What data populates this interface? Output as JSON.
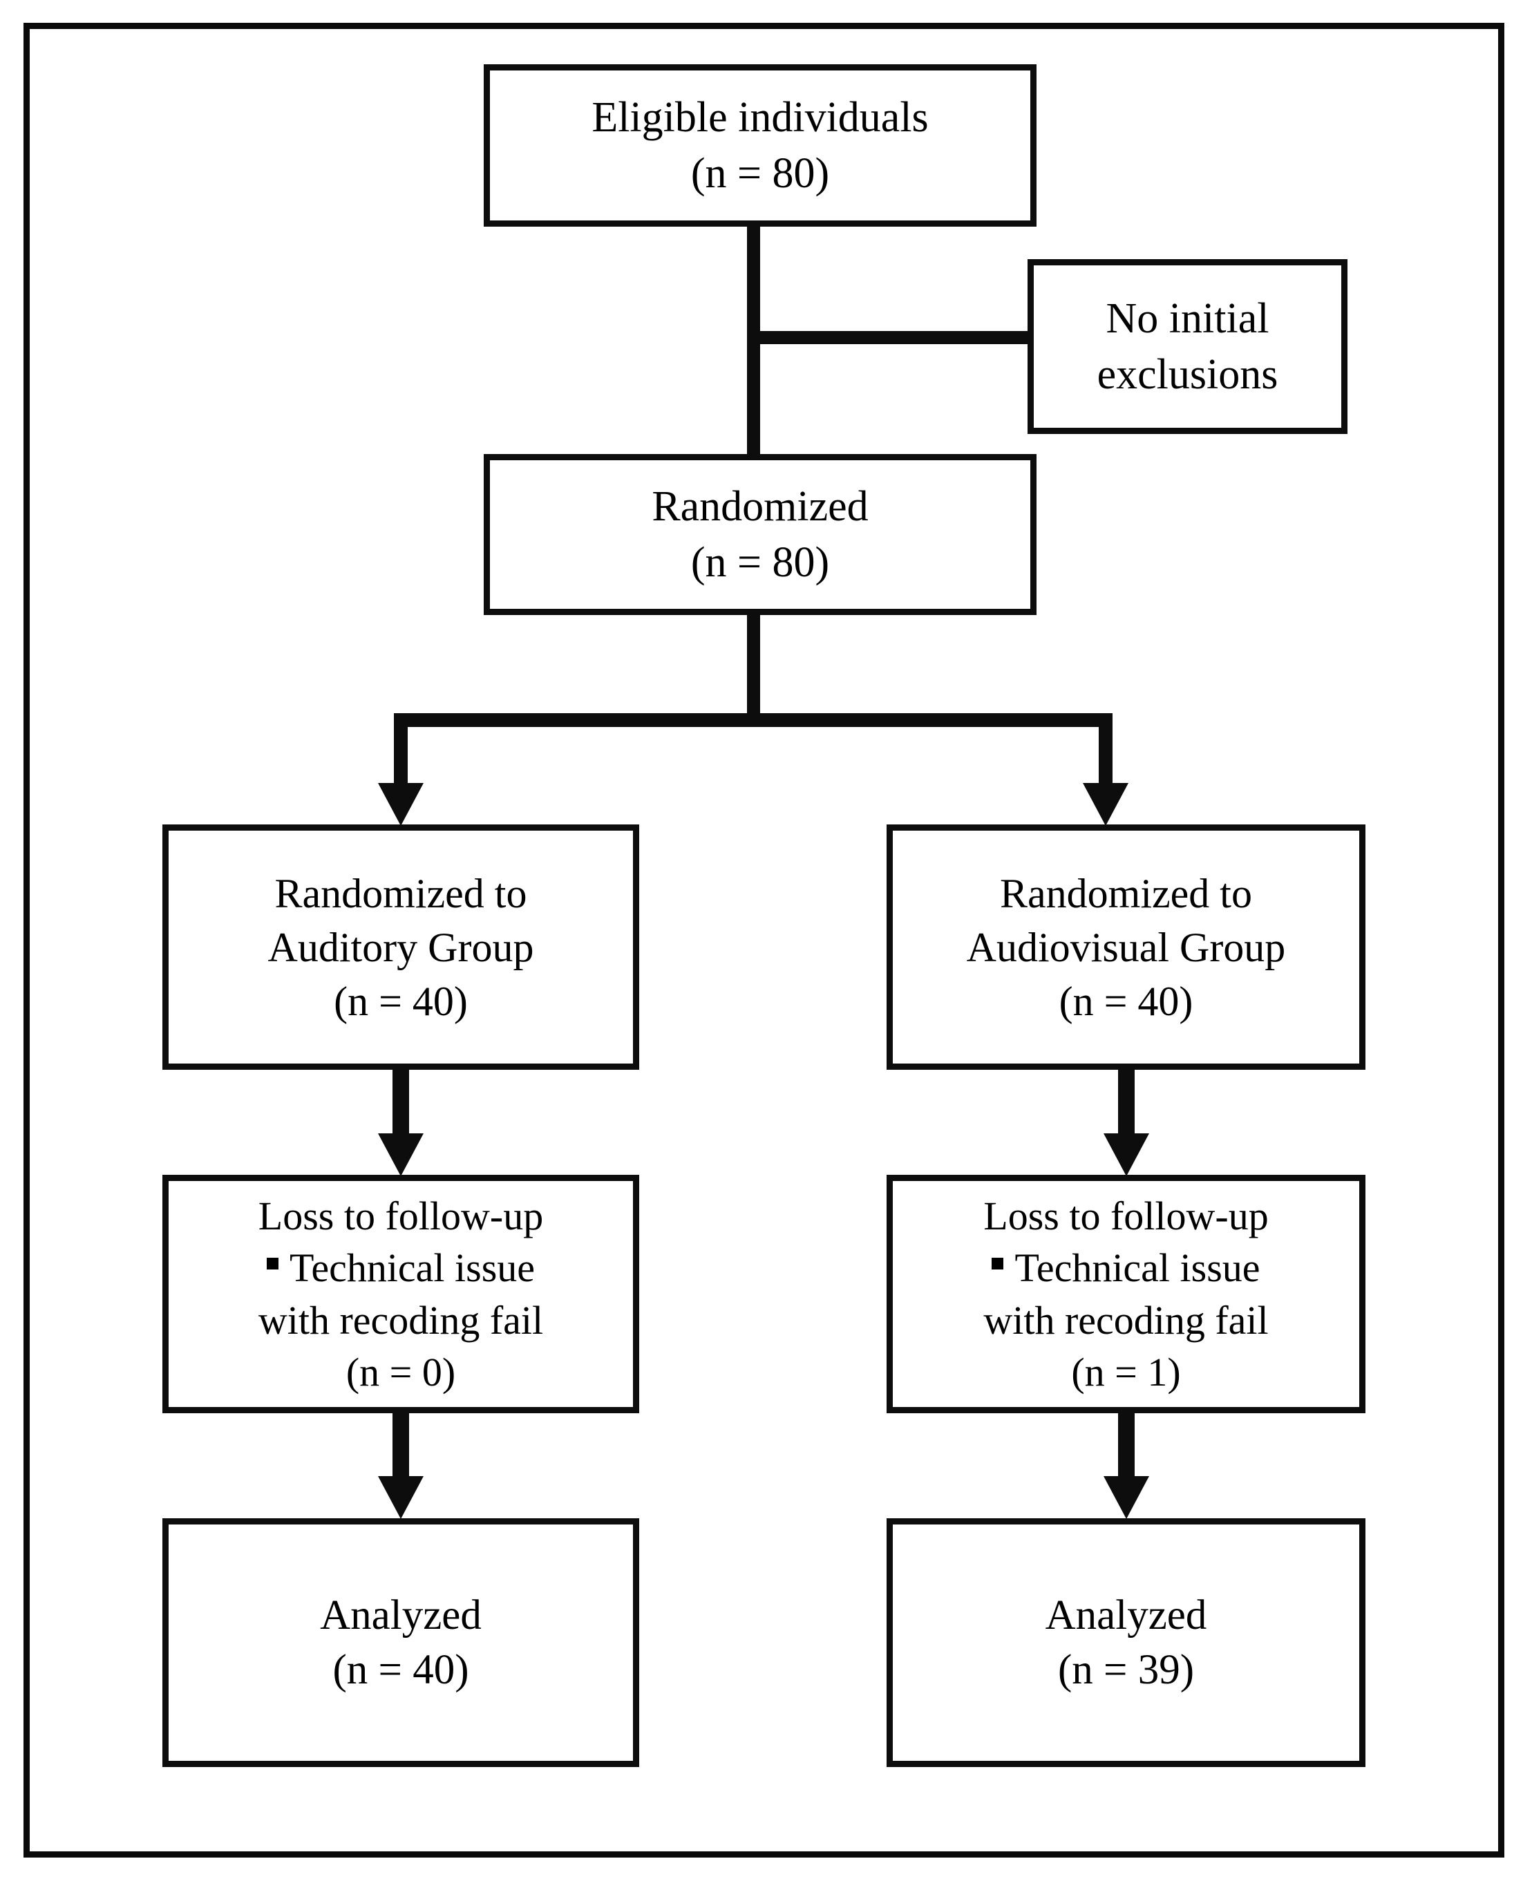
{
  "figure": {
    "type": "consort-flow-diagram",
    "border_color": "#0d0d0d",
    "background_color": "#ffffff",
    "text_color": "#000000"
  },
  "nodes": {
    "eligible": {
      "line1": "Eligible individuals",
      "line2": "(n = 80)"
    },
    "no_exclusions": {
      "line1": "No initial",
      "line2": "exclusions"
    },
    "randomized": {
      "line1": "Randomized",
      "line2": "(n = 80)"
    },
    "left_group": {
      "line1": "Randomized to",
      "line2": "Auditory Group",
      "line3": "(n = 40)"
    },
    "right_group": {
      "line1": "Randomized to",
      "line2": "Audiovisual Group",
      "line3": "(n = 40)"
    },
    "left_loss": {
      "line1": "Loss to follow-up",
      "line2": "Technical issue",
      "line3": "with recoding fail",
      "line4": "(n = 0)",
      "bullet": "square"
    },
    "right_loss": {
      "line1": "Loss to follow-up",
      "line2": "Technical issue",
      "line3": "with recoding fail",
      "line4": "(n = 1)",
      "bullet": "square"
    },
    "left_analyzed": {
      "line1": "Analyzed",
      "line2": "(n = 40)"
    },
    "right_analyzed": {
      "line1": "Analyzed",
      "line2": "(n = 39)"
    }
  },
  "chart_data": {
    "type": "diagram",
    "title": "CONSORT participant flow",
    "nodes": [
      {
        "id": "eligible",
        "label": "Eligible individuals",
        "n": 80,
        "stage": "enrollment"
      },
      {
        "id": "no_exclusions",
        "label": "No initial exclusions",
        "n": null,
        "stage": "enrollment"
      },
      {
        "id": "randomized",
        "label": "Randomized",
        "n": 80,
        "stage": "randomization"
      },
      {
        "id": "left_group",
        "label": "Randomized to Auditory Group",
        "n": 40,
        "stage": "allocation"
      },
      {
        "id": "right_group",
        "label": "Randomized to Audiovisual Group",
        "n": 40,
        "stage": "allocation"
      },
      {
        "id": "left_loss",
        "label": "Loss to follow-up - Technical issue with recoding fail",
        "n": 0,
        "stage": "follow-up"
      },
      {
        "id": "right_loss",
        "label": "Loss to follow-up - Technical issue with recoding fail",
        "n": 1,
        "stage": "follow-up"
      },
      {
        "id": "left_analyzed",
        "label": "Analyzed",
        "n": 40,
        "stage": "analysis"
      },
      {
        "id": "right_analyzed",
        "label": "Analyzed",
        "n": 39,
        "stage": "analysis"
      }
    ],
    "edges": [
      {
        "from": "eligible",
        "to": "no_exclusions",
        "arrow": false
      },
      {
        "from": "eligible",
        "to": "randomized",
        "arrow": false
      },
      {
        "from": "randomized",
        "to": "left_group",
        "arrow": true
      },
      {
        "from": "randomized",
        "to": "right_group",
        "arrow": true
      },
      {
        "from": "left_group",
        "to": "left_loss",
        "arrow": true
      },
      {
        "from": "right_group",
        "to": "right_loss",
        "arrow": true
      },
      {
        "from": "left_loss",
        "to": "left_analyzed",
        "arrow": true
      },
      {
        "from": "right_loss",
        "to": "right_analyzed",
        "arrow": true
      }
    ]
  }
}
